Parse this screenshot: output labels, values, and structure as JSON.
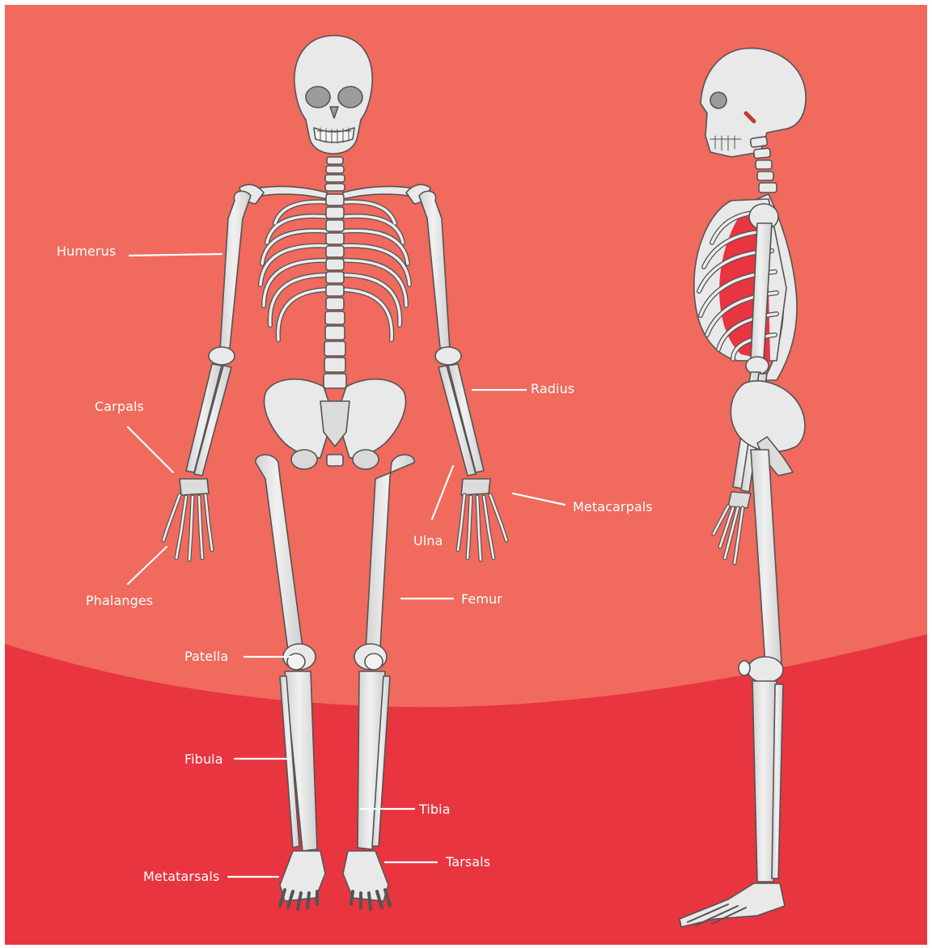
{
  "colors": {
    "background_upper": "#f06a5d",
    "background_lower": "#e8353f",
    "bone": "#e9e9e9",
    "bone_shade": "#c9c9c9",
    "outline": "#545454",
    "label_text": "#ffffff"
  },
  "labels": {
    "humerus": "Humerus",
    "carpals": "Carpals",
    "phalanges": "Phalanges",
    "radius": "Radius",
    "ulna": "Ulna",
    "metacarpals": "Metacarpals",
    "femur": "Femur",
    "patella": "Patella",
    "fibula": "Fibula",
    "tibia": "Tibia",
    "tarsals": "Tarsals",
    "metatarsals": "Metatarsals"
  }
}
